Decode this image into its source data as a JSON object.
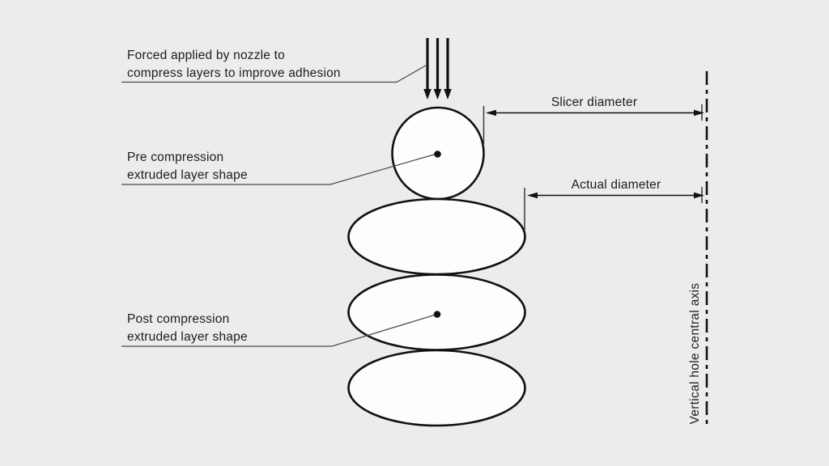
{
  "diagram": {
    "type": "technical-illustration",
    "subject": "3D printing extruded layer compression",
    "colors": {
      "background": "#ececec",
      "shape_fill": "#fdfdfd",
      "shape_stroke": "#111111",
      "text": "#1d1d1d"
    },
    "labels": {
      "force": {
        "line1": "Forced applied by nozzle to",
        "line2": "compress layers to improve adhesion"
      },
      "pre_compression": {
        "line1": "Pre compression",
        "line2": "extruded layer shape"
      },
      "post_compression": {
        "line1": "Post compression",
        "line2": "extruded layer shape"
      },
      "slicer_diameter": "Slicer diameter",
      "actual_diameter": "Actual diameter",
      "vertical_axis": "Vertical hole central axis"
    },
    "shapes": {
      "pre_compression_layers": 1,
      "post_compression_layers": 3
    }
  }
}
